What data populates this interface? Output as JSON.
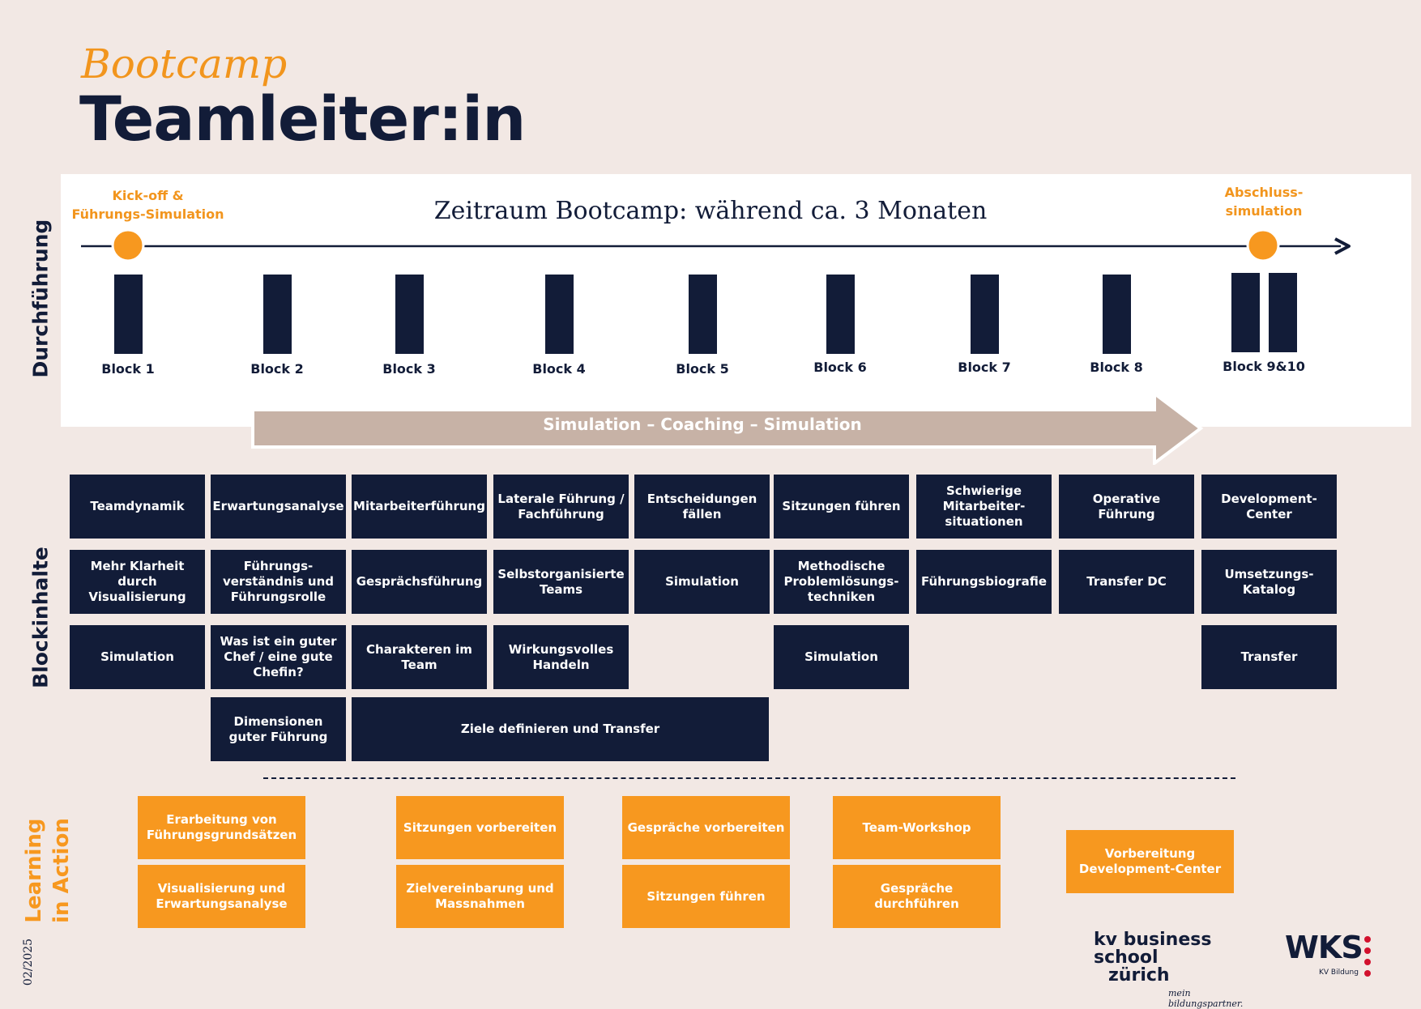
{
  "header": {
    "subtitle": "Bootcamp",
    "title": "Teamleiter:in"
  },
  "timeline": {
    "section_label": "Durchführung",
    "period": "Zeitraum Bootcamp: während ca. 3 Monaten",
    "start_label_1": "Kick-off &",
    "start_label_2": "Führungs-Simulation",
    "end_label_1": "Abschluss-",
    "end_label_2": "simulation",
    "blocks": [
      "Block 1",
      "Block 2",
      "Block 3",
      "Block 4",
      "Block 5",
      "Block 6",
      "Block 7",
      "Block 8",
      "Block 9&10"
    ],
    "arrow_label": "Simulation – Coaching – Simulation"
  },
  "blockinhalte": {
    "section_label": "Blockinhalte",
    "row1": [
      "Teamdynamik",
      "Erwartungsanalyse",
      "Mitarbeiterführung",
      "Laterale Führung / Fachführung",
      "Entscheidungen fällen",
      "Sitzungen führen",
      "Schwierige Mitarbeiter-situationen",
      "Operative Führung",
      "Development-Center"
    ],
    "row2": [
      "Mehr Klarheit durch Visualisierung",
      "Führungs-verständnis und Führungsrolle",
      "Gesprächsführung",
      "Selbstorganisierte Teams",
      "Simulation",
      "Methodische Problemlösungs-techniken",
      "Führungsbiografie",
      "Transfer DC",
      "Umsetzungs-Katalog"
    ],
    "row3": [
      "Simulation",
      "Was ist ein guter Chef / eine gute Chefin?",
      "Charakteren im Team",
      "Wirkungsvolles Handeln",
      "Simulation",
      "Transfer"
    ],
    "row4": [
      "Dimensionen guter Führung",
      "Ziele definieren und Transfer"
    ]
  },
  "learning_in_action": {
    "section_label_1": "Learning",
    "section_label_2": "in Action",
    "items": [
      "Erarbeitung von Führungsgrundsätzen",
      "Visualisierung und Erwartungsanalyse",
      "Sitzungen vorbereiten",
      "Zielvereinbarung und Massnahmen",
      "Gespräche vorbereiten",
      "Sitzungen führen",
      "Team-Workshop",
      "Gespräche durchführen",
      "Vorbereitung Development-Center"
    ]
  },
  "footer": {
    "date": "02/2025",
    "kv_line1": "kv business school",
    "kv_line2": "zürich",
    "kv_tagline": "mein bildungspartner.",
    "wks": "WKS",
    "wks_sub": "KV Bildung"
  },
  "colors": {
    "navy": "#121c38",
    "orange": "#f7981f",
    "background": "#f2e8e4",
    "arrow": "#c7b2a6"
  }
}
